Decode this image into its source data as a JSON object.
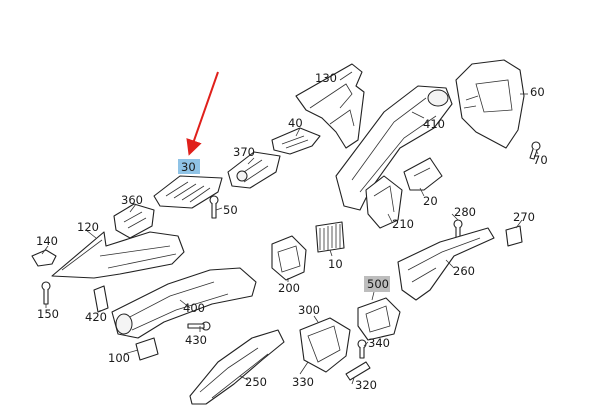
{
  "callouts": {
    "c30": "30",
    "c40": "40",
    "c50": "50",
    "c60": "60",
    "c70": "70",
    "c10": "10",
    "c20": "20",
    "c100": "100",
    "c120": "120",
    "c130": "130",
    "c140": "140",
    "c150": "150",
    "c200": "200",
    "c210": "210",
    "c250": "250",
    "c260": "260",
    "c270": "270",
    "c280": "280",
    "c300": "300",
    "c320": "320",
    "c330": "330",
    "c340": "340",
    "c360": "360",
    "c370": "370",
    "c400": "400",
    "c410": "410",
    "c420": "420",
    "c430": "430",
    "c500": "500"
  },
  "highlights": {
    "c30_bg": "#8fc3e6",
    "c500_bg": "#bdbdbd",
    "arrow": "#e0201b"
  }
}
